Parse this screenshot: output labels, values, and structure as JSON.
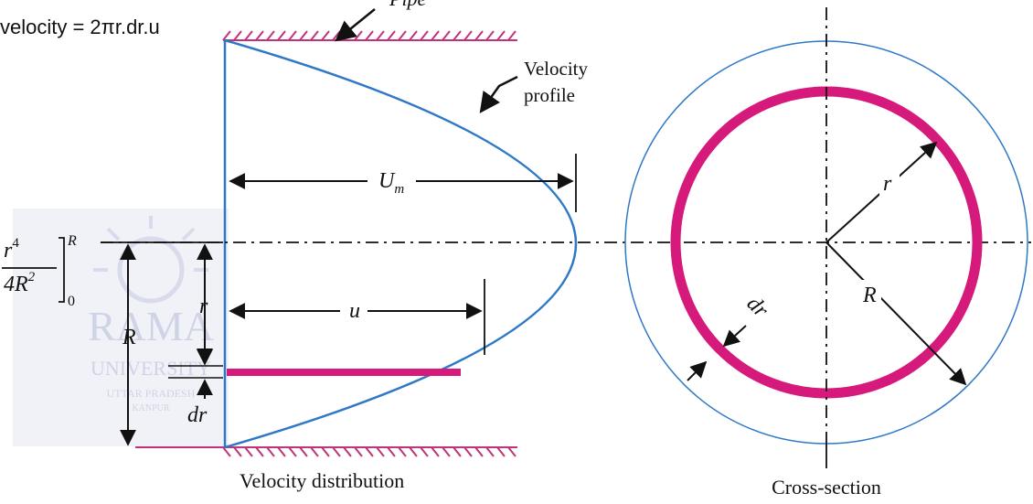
{
  "formula": {
    "text": "velocity = 2πr.dr.u"
  },
  "pipe_label": {
    "text": "Pipe"
  },
  "profile_label": {
    "line1": "Velocity",
    "line2": "profile"
  },
  "labels": {
    "Um_main": "U",
    "Um_sub": "m",
    "u": "u",
    "r_left": "r",
    "R_left": "R",
    "dr_left": "dr",
    "r_cross": "r",
    "R_cross": "R",
    "dr_cross": "dr"
  },
  "integral": {
    "numerator": "r",
    "num_exp": "4",
    "denominator": "4R",
    "den_exp": "2",
    "upper": "R",
    "lower": "0"
  },
  "captions": {
    "velocity_distribution": "Velocity distribution",
    "cross_section": "Cross-section"
  },
  "watermark": {
    "name": "RAMA",
    "line2": "UNIVERSITY",
    "line3": "UTTAR PRADESH",
    "line4": "KANPUR"
  },
  "colors": {
    "blue": "#2e78c7",
    "magenta": "#d61a7b",
    "hatch": "#c2327a",
    "black": "#111111",
    "watermark": "#a7b0d0"
  }
}
